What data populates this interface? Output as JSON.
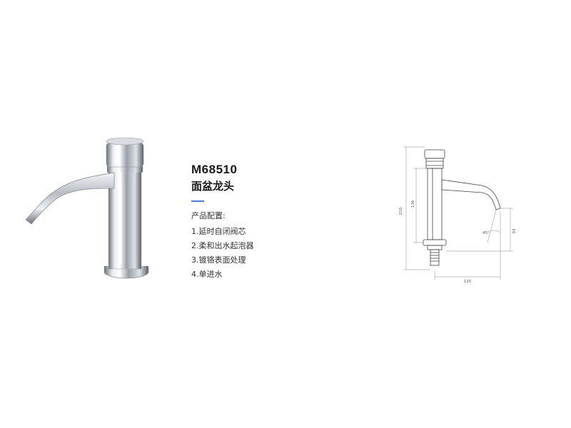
{
  "product": {
    "model": "M68510",
    "name": "面盆龙头",
    "config_heading": "产品配置:",
    "features": [
      "1.延时自闭阀芯",
      "2.柔和出水起泡器",
      "3.镀铬表面处理",
      "4.单进水"
    ]
  },
  "drawing": {
    "dim_height": "210",
    "dim_body": "136",
    "dim_spout": "93",
    "dim_width": "125",
    "dim_angle": "45°"
  },
  "colors": {
    "accent": "#4a7fd4",
    "chrome_dark": "#5a5f66",
    "chrome_light": "#f2f4f6"
  }
}
